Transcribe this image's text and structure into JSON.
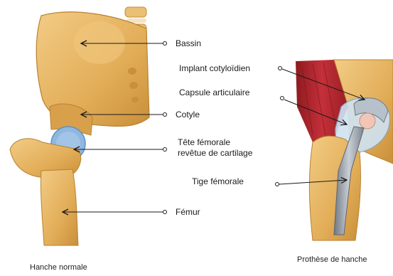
{
  "labels": {
    "bassin": "Bassin",
    "cotyle": "Cotyle",
    "tete_line1": "Tête fémorale",
    "tete_line2": "revêtue de cartilage",
    "femur": "Fémur",
    "implant": "Implant cotyloïdien",
    "capsule": "Capsule articulaire",
    "tige": "Tige fémorale"
  },
  "captions": {
    "left": "Hanche normale",
    "right": "Prothèse de hanche"
  },
  "colors": {
    "bone": "#e8b864",
    "bone_shadow": "#c98f3a",
    "cartilage": "#8fb8e0",
    "muscle": "#b8232a",
    "implant_metal": "#9aa3ad"
  }
}
